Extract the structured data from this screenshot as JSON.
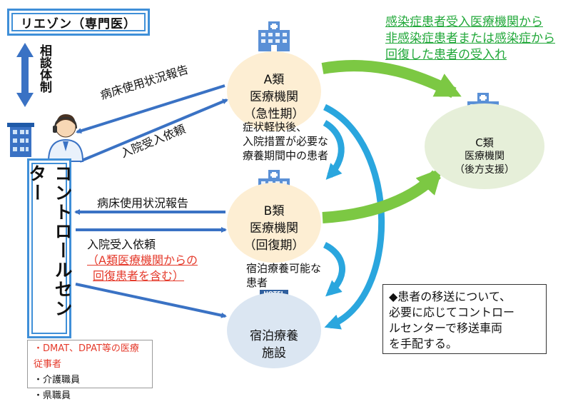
{
  "liaison": {
    "label": "リエゾン（専門医）"
  },
  "consult": {
    "label": "相談体制"
  },
  "control_center": {
    "label": "コントロールセンター"
  },
  "staff": {
    "items": [
      "・DMAT、DPAT等の医療従事者",
      "・介護職員",
      "・県職員"
    ]
  },
  "hospital_a": {
    "lines": [
      "A類",
      "医療機関",
      "（急性期）"
    ]
  },
  "hospital_b": {
    "lines": [
      "B類",
      "医療機関",
      "（回復期）"
    ]
  },
  "hospital_c": {
    "lines": [
      "C類",
      "医療機関",
      "（後方支援）"
    ]
  },
  "hotel": {
    "sign": "HOTEL",
    "lines": [
      "宿泊療養",
      "施設"
    ]
  },
  "arrows": {
    "a_report": "病床使用状況報告",
    "a_request": "入院受入依頼",
    "b_report": "病床使用状況報告",
    "b_request": "入院受入依頼",
    "b_request_note": [
      "（A類医療機関からの",
      "回復患者を含む）"
    ],
    "a_to_b_note": [
      "症状軽快後、",
      "入院措置が必要な",
      "療養期間中の患者"
    ],
    "b_to_hotel_note": [
      "宿泊療養可能な",
      "患者"
    ],
    "to_c_note": [
      "感染症患者受入医療機関から",
      "非感染症患者または感染症から",
      "回復した患者の受入れ"
    ]
  },
  "note": {
    "lines": [
      "◆患者の移送について、",
      "必要に応じてコントロー",
      "ルセンターで移送車両",
      "を手配する。"
    ]
  },
  "colors": {
    "frame": "#3f8fd8",
    "arrow_blue": "#3a72c4",
    "arrow_cyan": "#2aa6de",
    "arrow_green": "#7cc843",
    "red": "#e53b2c",
    "green_text": "#22a83a"
  }
}
